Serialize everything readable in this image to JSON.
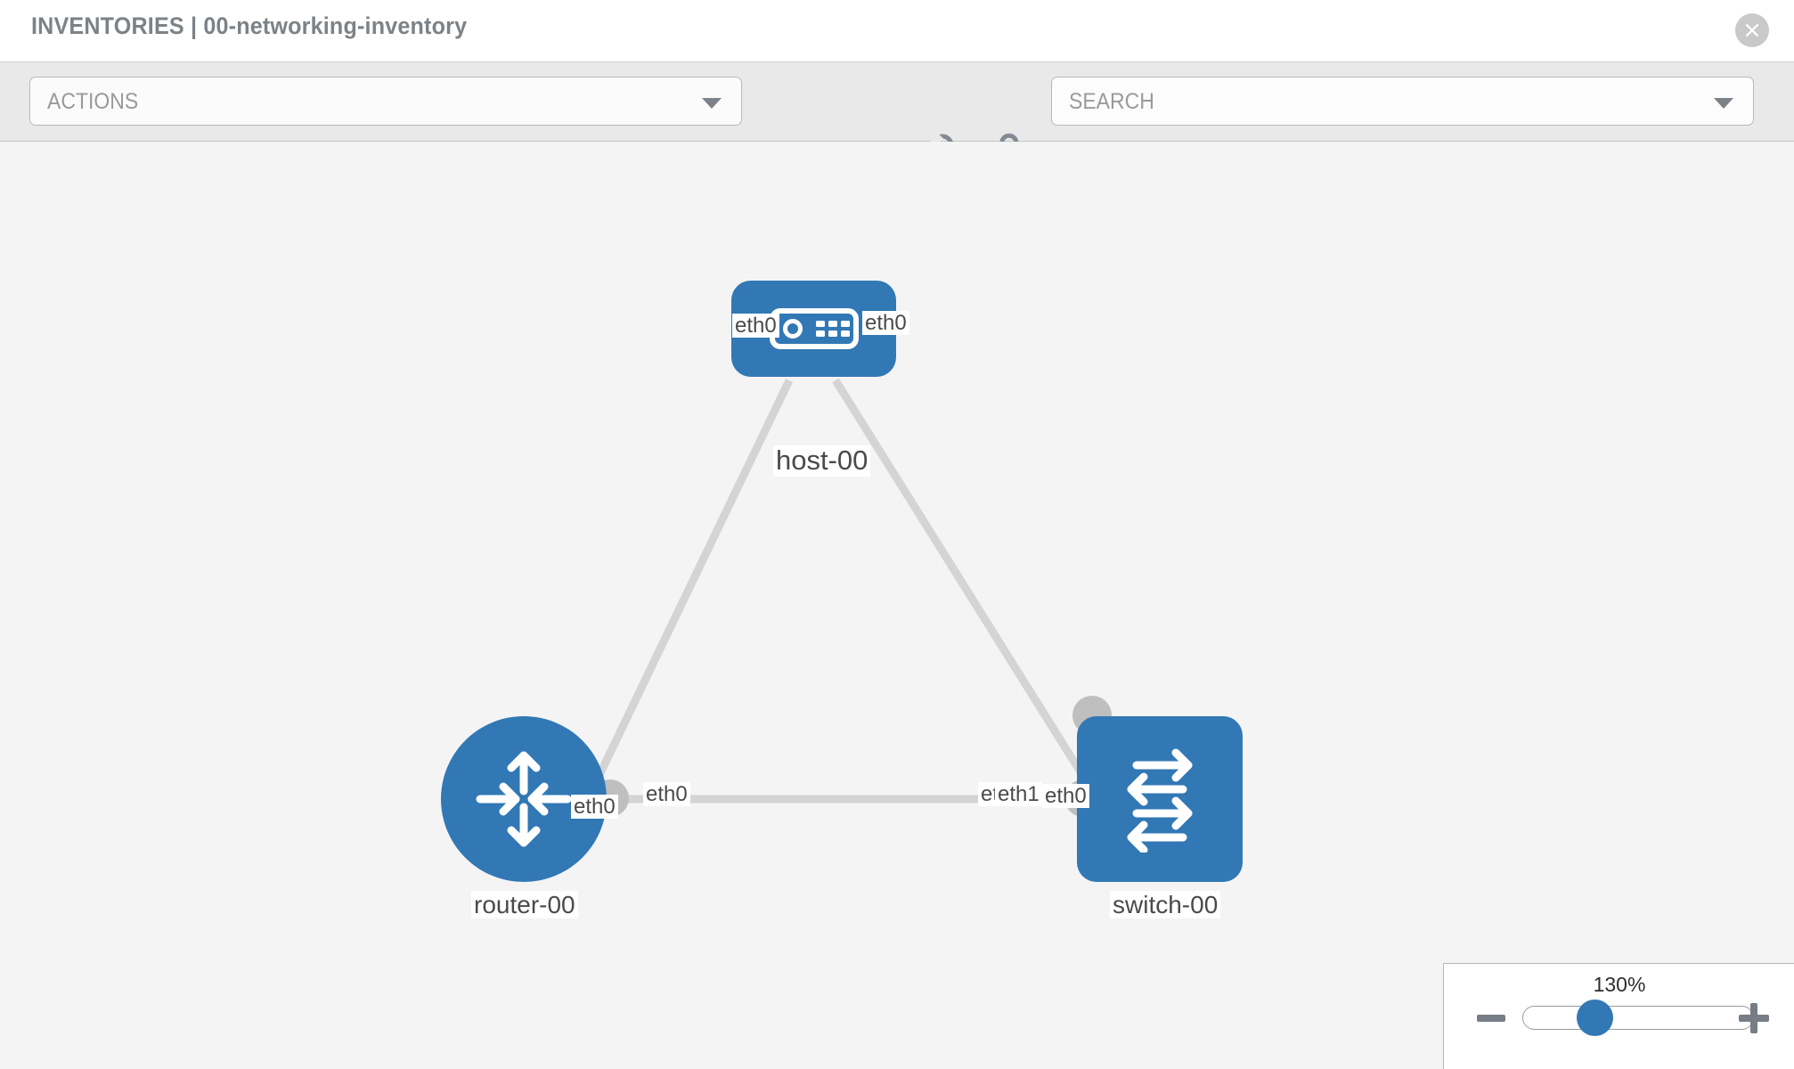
{
  "header": {
    "title": "INVENTORIES | 00-networking-inventory",
    "close_icon": "close-circle-icon"
  },
  "toolbar": {
    "actions_label": "ACTIONS",
    "actions_caret_icon": "chevron-down-icon",
    "wrench_icon": "wrench-icon",
    "key_icon": "key-icon",
    "search_placeholder": "SEARCH",
    "search_caret_icon": "chevron-down-icon"
  },
  "topology": {
    "nodes": [
      {
        "id": "host-00",
        "label": "host-00",
        "type": "host",
        "icon": "server-device-icon",
        "color": "#3178b5"
      },
      {
        "id": "router-00",
        "label": "router-00",
        "type": "router",
        "icon": "router-arrows-icon",
        "color": "#3178b5"
      },
      {
        "id": "switch-00",
        "label": "switch-00",
        "type": "switch",
        "icon": "switch-arrows-icon",
        "color": "#3178b5"
      }
    ],
    "link_labels": {
      "host_left": "eth0",
      "host_right": "eth0",
      "router_up": "eth0",
      "switch_up": "eth0",
      "router_right": "eth0",
      "switch_left_under": "eth0",
      "switch_left": "eth1"
    },
    "link_color": "#d4d4d4",
    "port_color": "#bfbfbf"
  },
  "zoom": {
    "value": "130%",
    "minus_icon": "minus-icon",
    "plus_icon": "plus-icon",
    "slider_name": "zoom-slider"
  }
}
